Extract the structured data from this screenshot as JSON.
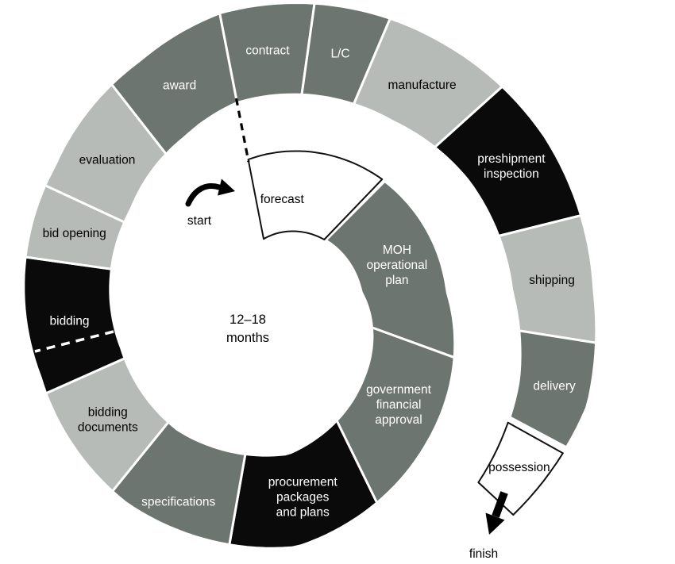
{
  "diagram": {
    "center_label": {
      "line1": "12–18",
      "line2": "months"
    },
    "start_label": "start",
    "finish_label": "finish",
    "palette": {
      "light": "#b7bbb7",
      "dark": "#6d7570",
      "black": "#0a0a0a",
      "white": "#ffffff",
      "text_on_dark": "#ffffff",
      "text_on_light": "#000000"
    },
    "segments": [
      {
        "id": "forecast",
        "label": [
          "forecast"
        ],
        "tone": "white",
        "a0": -11,
        "a1": 45,
        "label_angle": 5,
        "label_radius": 118
      },
      {
        "id": "moh-operational-plan",
        "label": [
          "MOH",
          "operational",
          "plan"
        ],
        "tone": "dark",
        "a0": 45,
        "a1": 110
      },
      {
        "id": "government-financial-approval",
        "label": [
          "government",
          "financial",
          "approval"
        ],
        "tone": "dark",
        "a0": 110,
        "a1": 154
      },
      {
        "id": "procurement-packages-and-plans",
        "label": [
          "procurement",
          "packages",
          "and plans"
        ],
        "tone": "black",
        "a0": 154,
        "a1": 190
      },
      {
        "id": "specifications",
        "label": [
          "specifications"
        ],
        "tone": "dark",
        "a0": 190,
        "a1": 219,
        "label_radius": 290
      },
      {
        "id": "bidding-documents",
        "label": [
          "bidding",
          "documents"
        ],
        "tone": "light",
        "a0": 219,
        "a1": 246
      },
      {
        "id": "bidding",
        "label": [
          "bidding"
        ],
        "tone": "black",
        "a0": 246,
        "a1": 278
      },
      {
        "id": "bid-opening",
        "label": [
          "bid opening"
        ],
        "tone": "light",
        "a0": 278,
        "a1": 295
      },
      {
        "id": "evaluation",
        "label": [
          "evaluation"
        ],
        "tone": "light",
        "a0": 295,
        "a1": 322
      },
      {
        "id": "award",
        "label": [
          "award"
        ],
        "tone": "dark",
        "a0": 322,
        "a1": 349
      },
      {
        "id": "contract",
        "label": [
          "contract"
        ],
        "tone": "dark",
        "a0": 349,
        "a1": 368
      },
      {
        "id": "lc",
        "label": [
          "L/C"
        ],
        "tone": "dark",
        "a0": 368,
        "a1": 383
      },
      {
        "id": "manufacture",
        "label": [
          "manufacture"
        ],
        "tone": "light",
        "a0": 383,
        "a1": 408
      },
      {
        "id": "preshipment-inspection",
        "label": [
          "preshipment",
          "inspection"
        ],
        "tone": "black",
        "a0": 408,
        "a1": 436
      },
      {
        "id": "shipping",
        "label": [
          "shipping"
        ],
        "tone": "light",
        "a0": 436,
        "a1": 459
      },
      {
        "id": "delivery",
        "label": [
          "delivery"
        ],
        "tone": "dark",
        "a0": 459,
        "a1": 478
      },
      {
        "id": "possession",
        "label": [
          "possession"
        ],
        "tone": "white",
        "a0": 478,
        "a1": 493
      }
    ]
  }
}
